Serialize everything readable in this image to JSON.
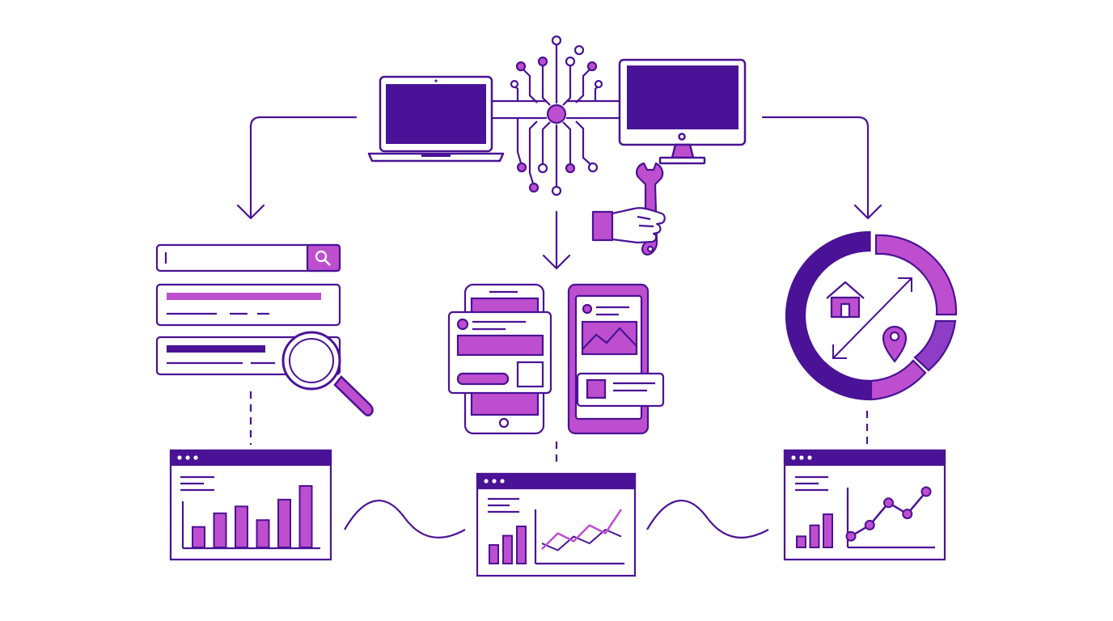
{
  "colors": {
    "background": "#ffffff",
    "primary": "#4a1296",
    "secondary": "#bd4fcf",
    "light_secondary": "#d57ee3",
    "mid_purple": "#8e3ec6"
  },
  "icons": {
    "source_devices": [
      "laptop-icon",
      "desktop-monitor-icon",
      "circuit-hub-icon",
      "hand-wrench-icon"
    ],
    "search_branch": [
      "search-bar-icon",
      "magnifier-icon",
      "result-card-icon"
    ],
    "mobile_branch": [
      "phone-icon",
      "tablet-icon",
      "content-card-icon"
    ],
    "geo_branch": [
      "ring-chart-icon",
      "home-icon",
      "location-pin-icon",
      "double-arrow-icon"
    ],
    "dashboards": [
      "bar-dashboard-icon",
      "combo-dashboard-icon",
      "trend-dashboard-icon"
    ]
  },
  "chart_data": [
    {
      "type": "bar",
      "values": [
        3,
        5,
        6,
        4,
        7,
        9
      ]
    },
    {
      "type": "bar",
      "values": [
        2,
        3,
        4
      ]
    },
    {
      "type": "line",
      "series": [
        {
          "values": [
            1,
            3,
            2,
            4,
            3,
            6
          ]
        },
        {
          "values": [
            2,
            1,
            3,
            2,
            4,
            3
          ]
        }
      ]
    },
    {
      "type": "bar",
      "values": [
        1,
        2,
        3
      ]
    },
    {
      "type": "line",
      "series": [
        {
          "values": [
            1,
            2,
            4,
            3,
            5
          ]
        }
      ]
    },
    {
      "type": "pie",
      "values": [
        50,
        30,
        20
      ]
    }
  ]
}
